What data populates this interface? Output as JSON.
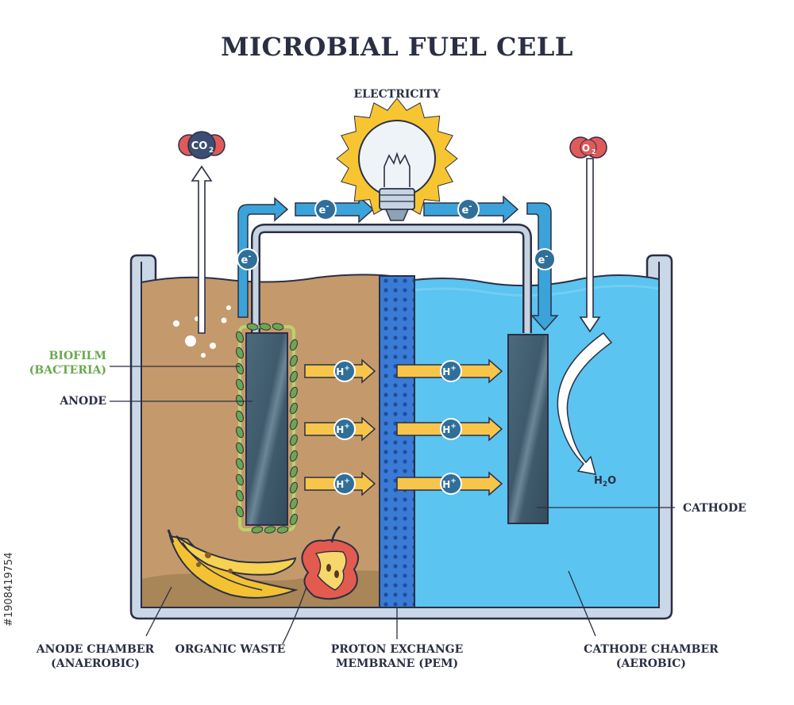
{
  "title": "MICROBIAL FUEL CELL",
  "stock_id": "#1908419754",
  "labels": {
    "electricity": "ELECTRICITY",
    "biofilm_line1": "BIOFILM",
    "biofilm_line2": "(BACTERIA)",
    "anode": "ANODE",
    "cathode": "CATHODE",
    "anode_chamber_line1": "ANODE CHAMBER",
    "anode_chamber_line2": "(ANAEROBIC)",
    "organic_waste": "ORGANIC WASTE",
    "pem_line1": "PROTON EXCHANGE",
    "pem_line2": "MEMBRANE (PEM)",
    "cathode_chamber_line1": "CATHODE CHAMBER",
    "cathode_chamber_line2": "(AEROBIC)"
  },
  "molecules": {
    "co2": "CO",
    "co2_sub": "2",
    "o2": "O",
    "o2_sub": "2",
    "h2o_a": "H",
    "h2o_sub": "2",
    "h2o_b": "O"
  },
  "particles": {
    "electron": "e",
    "electron_sup": "-",
    "proton": "H",
    "proton_sup": "+"
  },
  "colors": {
    "outline": "#2b2f44",
    "soil": "#c49a6c",
    "soil_dark": "#a88658",
    "water": "#5bc4f0",
    "water_dark": "#45b4e6",
    "electrode": "#3e5a6c",
    "membrane": "#3a7bd5",
    "arrow_blue": "#3ba3d9",
    "arrow_yellow": "#f6c54a",
    "biofilm": "#6aa84f",
    "biofilm_text": "#6aa84f",
    "bulb_glow": "#f7c531",
    "co2_red": "#e05a5a",
    "o2_red": "#e05a5a"
  }
}
